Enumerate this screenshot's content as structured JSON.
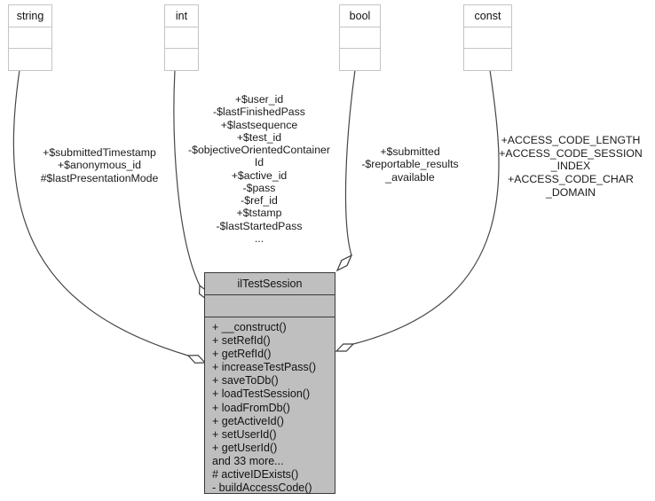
{
  "diagram": {
    "kind": "uml-collaboration-diagram",
    "colors": {
      "background": "#ffffff",
      "main_node_fill": "#bfbfbf",
      "main_node_border": "#3a3a3a",
      "type_node_fill": "#ffffff",
      "type_node_border": "#c4c4c4",
      "edge": "#464646",
      "text": "#111111"
    },
    "type_nodes": [
      {
        "label": "string"
      },
      {
        "label": "int"
      },
      {
        "label": "bool"
      },
      {
        "label": "const"
      }
    ],
    "main_node": {
      "title": "ilTestSession",
      "methods": [
        "+ __construct()",
        "+ setRefId()",
        "+ getRefId()",
        "+ increaseTestPass()",
        "+ saveToDb()",
        "+ loadTestSession()",
        "+ loadFromDb()",
        "+ getActiveId()",
        "+ setUserId()",
        "+ getUserId()",
        "and 33 more...",
        "# activeIDExists()",
        "- buildAccessCode()"
      ]
    },
    "edges": [
      {
        "from": "string",
        "to": "ilTestSession",
        "style": "aggregation-open-diamond",
        "label_lines": [
          "+$submittedTimestamp",
          "+$anonymous_id",
          "#$lastPresentationMode"
        ]
      },
      {
        "from": "int",
        "to": "ilTestSession",
        "style": "aggregation-open-diamond",
        "label_lines": [
          "+$user_id",
          "-$lastFinishedPass",
          "+$lastsequence",
          "+$test_id",
          "-$objectiveOrientedContainer",
          "Id",
          "+$active_id",
          "-$pass",
          "-$ref_id",
          "+$tstamp",
          "-$lastStartedPass",
          "..."
        ]
      },
      {
        "from": "bool",
        "to": "ilTestSession",
        "style": "aggregation-open-diamond",
        "label_lines": [
          "+$submitted",
          "-$reportable_results",
          "_available"
        ]
      },
      {
        "from": "const",
        "to": "ilTestSession",
        "style": "aggregation-open-diamond",
        "label_lines": [
          "+ACCESS_CODE_LENGTH",
          "+ACCESS_CODE_SESSION",
          "_INDEX",
          "+ACCESS_CODE_CHAR",
          "_DOMAIN"
        ]
      }
    ]
  }
}
